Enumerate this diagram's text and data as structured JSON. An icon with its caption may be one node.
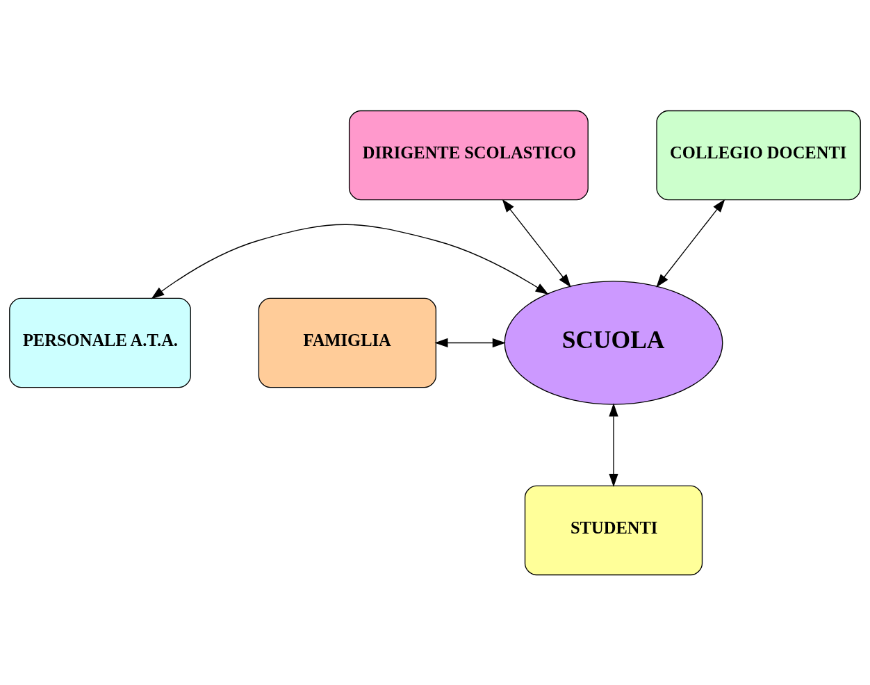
{
  "diagram": {
    "nodes": [
      {
        "text": [
          "DIRIGENTE SCOLASTICO"
        ]
      },
      {
        "text": [
          "COLLEGIO DOCENTI"
        ]
      },
      {
        "text": [
          "SCUOLA"
        ]
      },
      {
        "text": [
          "PERSONALE A.T.A."
        ]
      },
      {
        "text": [
          "FAMIGLIA"
        ]
      },
      {
        "text": [
          "STUDENTI"
        ]
      }
    ],
    "edges": [
      {
        "from": 0,
        "to": 2,
        "arrow": "both"
      },
      {
        "from": 1,
        "to": 2,
        "arrow": "both"
      },
      {
        "from": 3,
        "to": 2,
        "arrow": "both"
      },
      {
        "from": 4,
        "to": 2,
        "arrow": "both"
      },
      {
        "from": 2,
        "to": 5,
        "arrow": "both"
      }
    ]
  }
}
